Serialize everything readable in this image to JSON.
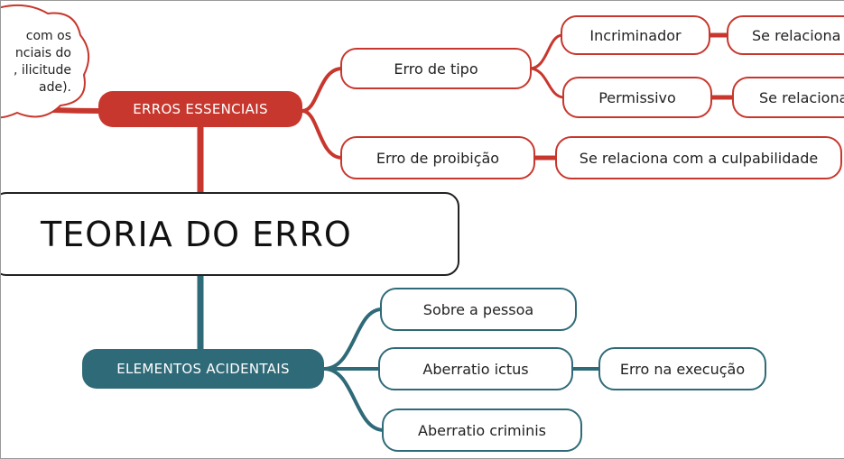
{
  "central": {
    "title": "TEORIA DO ERRO"
  },
  "cloud": {
    "lines": [
      "com os",
      "nciais do",
      ", ilicitude",
      "ade)."
    ]
  },
  "essenciais": {
    "label": "ERROS ESSENCIAIS",
    "erro_tipo": "Erro de tipo",
    "incriminador": "Incriminador",
    "incriminador_rel": "Se relaciona",
    "permissivo": "Permissivo",
    "permissivo_rel": "Se relaciona",
    "erro_proibicao": "Erro de proibição",
    "proibicao_rel": "Se relaciona com a culpabilidade"
  },
  "acidentais": {
    "label": "ELEMENTOS ACIDENTAIS",
    "pessoa": "Sobre a pessoa",
    "ictus": "Aberratio ictus",
    "ictus_rel": "Erro na execução",
    "criminis": "Aberratio criminis"
  },
  "colors": {
    "red": "#c8372d",
    "teal": "#2f6a78"
  }
}
